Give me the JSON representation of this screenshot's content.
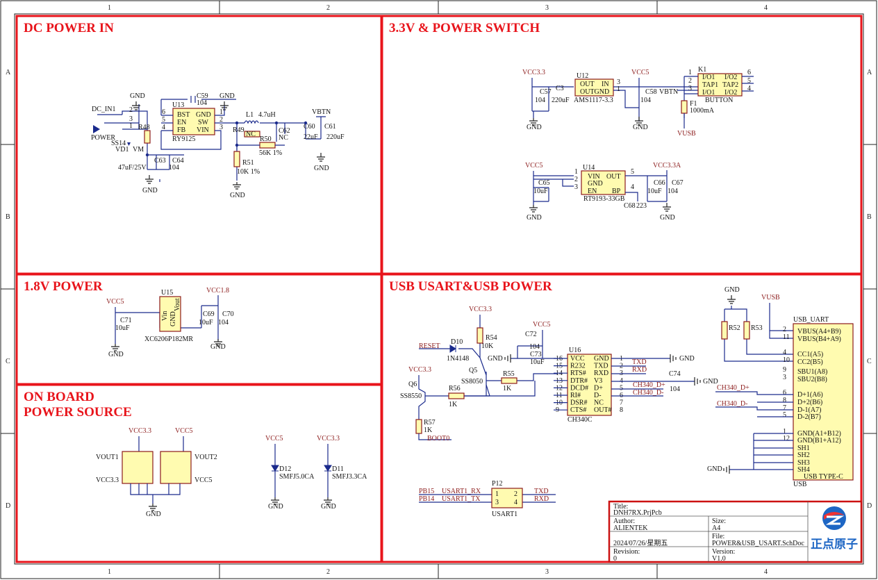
{
  "zones": {
    "cols": [
      "1",
      "2",
      "3",
      "4"
    ],
    "rows": [
      "A",
      "B",
      "C",
      "D"
    ]
  },
  "sections": {
    "dc_power_in": "DC POWER IN",
    "power_switch": "3.3V & POWER SWITCH",
    "v18": "1.8V POWER",
    "usb_power": "USB USART&USB POWER",
    "on_board_1": "ON BOARD",
    "on_board_2": "POWER SOURCE"
  },
  "dc": {
    "dc_in": "DC_IN1",
    "power": "POWER",
    "u13": "U13",
    "u13_part": "RY9125",
    "bst": "BST",
    "gnd_pin": "GND",
    "en": "EN",
    "sw": "SW",
    "fb": "FB",
    "vin": "VIN",
    "c59": "C59",
    "c59v": "104",
    "l1": "L1",
    "l1v": "4.7uH",
    "r48a": "R48",
    "r49": "R49",
    "nc": "NC",
    "c62": "C62",
    "c62v": "NC",
    "r50": "R50",
    "r50v": "56K 1%",
    "r51": "R51",
    "r51v": "10K 1%",
    "ss14": "SS14",
    "vd1": "VD1",
    "vm": "VM",
    "c63": "C63",
    "c64": "C64",
    "c64v": "104",
    "c63v": "47uF/25V",
    "vbtn": "VBTN",
    "c60": "C60",
    "c61": "C61",
    "c60v": "22uF",
    "c61v": "220uF",
    "gnd": "GND",
    "p1": "1",
    "p2": "2",
    "p3": "3",
    "p4": "4",
    "p5": "5",
    "p6": "6"
  },
  "ps": {
    "vcc33": "VCC3.3",
    "c57": "C57",
    "c57v": "104",
    "c3": "C3",
    "c3v": "220uF",
    "u12": "U12",
    "out": "OUT",
    "in": "IN",
    "outgnd": "OUTGND",
    "u12_part": "AMS1117-3.3",
    "vcc5": "VCC5",
    "c58": "C58",
    "c58v": "104",
    "vbtn": "VBTN",
    "k1": "K1",
    "io1": "I/O1",
    "io2": "I/O2",
    "tap1": "TAP1",
    "tap2": "TAP2",
    "button": "BUTTON",
    "f1": "F1",
    "f1v": "1000mA",
    "vusb": "VUSB",
    "u14": "U14",
    "vin": "VIN",
    "out2": "OUT",
    "gnd": "GND",
    "en": "EN",
    "bp": "BP",
    "u14_part": "RT9193-33GB",
    "c65": "C65",
    "c65v": "10uF",
    "vcc33a": "VCC3.3A",
    "c66": "C66",
    "c67": "C67",
    "c66v": "10uF",
    "c67v": "104",
    "c68": "C68",
    "c68v": "223"
  },
  "v18": {
    "vcc5": "VCC5",
    "c71": "C71",
    "c71v": "10uF",
    "u15": "U15",
    "vin": "Vin",
    "gnd": "GND",
    "vout": "Vout",
    "vcc18": "VCC1.8",
    "c69": "C69",
    "c70": "C70",
    "c69v": "10uF",
    "c70v": "104",
    "part": "XC6206P182MR",
    "gnd_label": "GND"
  },
  "obp": {
    "vcc33": "VCC3.3",
    "vcc5": "VCC5",
    "vout1": "VOUT1",
    "vout2": "VOUT2",
    "vcc33b": "VCC3.3",
    "vcc5b": "VCC5",
    "gnd": "GND",
    "vcc5c": "VCC5",
    "vcc33c": "VCC3.3",
    "d12": "D12",
    "d12p": "SMFJ5.0CA",
    "d11": "D11",
    "d11p": "SMFJ3.3CA"
  },
  "usb": {
    "vcc33": "VCC3.3",
    "reset": "RESET",
    "d10": "D10",
    "d10p": "1N4148",
    "r54": "R54",
    "r54v": "10K",
    "vcc5": "VCC5",
    "c72": "C72",
    "c72v": "104",
    "c73": "C73",
    "c73v": "10uF",
    "gnd": "GND",
    "q5": "Q5",
    "q5p": "SS8050",
    "r55": "R55",
    "r55v": "1K",
    "q6": "Q6",
    "q6p": "SS8550",
    "r56": "R56",
    "r56v": "1K",
    "r57": "R57",
    "r57v": "1K",
    "boot0": "BOOT0",
    "u16": "U16",
    "u16p": "CH340C",
    "ch_left": [
      "VCC",
      "R232",
      "RTS#",
      "DTR#",
      "DCD#",
      "RI#",
      "DSR#",
      "CTS#"
    ],
    "ch_right": [
      "GND",
      "TXD",
      "RXD",
      "V3",
      "D+",
      "D-",
      "NC",
      "OUT#"
    ],
    "pins_l": [
      "16",
      "15",
      "14",
      "13",
      "12",
      "11",
      "10",
      "9"
    ],
    "pins_r": [
      "1",
      "2",
      "3",
      "4",
      "5",
      "6",
      "7",
      "8"
    ],
    "txd": "TXD",
    "rxd": "RXD",
    "ch340dp": "CH340_D+",
    "ch340dm": "CH340_D-",
    "c74": "C74",
    "c74v": "104",
    "vusb": "VUSB",
    "r52": "R52",
    "r53": "R53",
    "usb_uart": "USB_UART",
    "usb_pins": [
      "VBUS(A4+B9)",
      "VBUS(B4+A9)",
      "CC1(A5)",
      "CC2(B5)",
      "SBU1(A8)",
      "SBU2(B8)",
      "D+1(A6)",
      "D+2(B6)",
      "D-1(A7)",
      "D-2(B7)",
      "GND(A1+B12)",
      "GND(B1+A12)",
      "SH1",
      "SH2",
      "SH3",
      "SH4"
    ],
    "usb_pin_nums": [
      "2",
      "11",
      "4",
      "10",
      "9",
      "3",
      "6",
      "8",
      "7",
      "5",
      "1",
      "12"
    ],
    "usb_type": "USB TYPE-C",
    "usb": "USB",
    "ch340_dp2": "CH340_D+",
    "ch340_dm2": "CH340_D-",
    "pb15": "PB15",
    "pb14": "PB14",
    "usart1rx": "USART1_RX",
    "usart1tx": "USART1_TX",
    "p12": "P12",
    "usart1": "USART1",
    "txd2": "TXD",
    "rxd2": "RXD"
  },
  "titleblock": {
    "title_label": "Title:",
    "title": "DNH7RX.PrjPcb",
    "author_label": "Author:",
    "author": "ALIENTEK",
    "size_label": "Size:",
    "size": "A4",
    "date": "2024/07/26/星期五",
    "file_label": "File:",
    "file": "POWER&USB_USART.SchDoc",
    "revision_label": "Revision:",
    "revision": "0",
    "version_label": "Version:",
    "version": "V1.0",
    "logo_text": "正点原子"
  }
}
